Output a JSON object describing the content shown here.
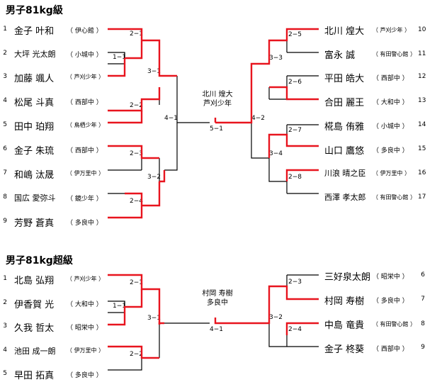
{
  "colors": {
    "line": "#000000",
    "winner_line": "#e8141e"
  },
  "brackets": [
    {
      "title": "男子81kg級",
      "players": [
        {
          "seed": "1",
          "name": "金子 叶和",
          "school": "（ 伊心館 ）"
        },
        {
          "seed": "2",
          "name": "大坪 光太朗",
          "school": "（ 小城中 ）"
        },
        {
          "seed": "3",
          "name": "加藤 颯人",
          "school": "（ 芦刈少年 ）"
        },
        {
          "seed": "4",
          "name": "松尾 斗真",
          "school": "（ 西部中 ）"
        },
        {
          "seed": "5",
          "name": "田中 珀翔",
          "school": "（ 鳥栖少年 ）"
        },
        {
          "seed": "6",
          "name": "金子 朱琉",
          "school": "（ 西部中 ）"
        },
        {
          "seed": "7",
          "name": "和嶋 汰晟",
          "school": "（ 伊万里中 ）"
        },
        {
          "seed": "8",
          "name": "国広 愛弥斗",
          "school": "（ 鏡少年 ）"
        },
        {
          "seed": "9",
          "name": "芳野 蒼真",
          "school": "（ 多良中 ）"
        },
        {
          "seed": "10",
          "name": "北川 煌大",
          "school": "（ 芦刈少年 ）"
        },
        {
          "seed": "11",
          "name": "富永 誠",
          "school": "（ 有田警心館 ）"
        },
        {
          "seed": "12",
          "name": "平田 皓大",
          "school": "（ 西部中 ）"
        },
        {
          "seed": "13",
          "name": "合田 麗王",
          "school": "（ 大和中 ）"
        },
        {
          "seed": "14",
          "name": "椛島 侑雅",
          "school": "（ 小城中 ）"
        },
        {
          "seed": "15",
          "name": "山口 鷹悠",
          "school": "（ 多良中 ）"
        },
        {
          "seed": "16",
          "name": "川浪 晴之臣",
          "school": "（ 伊万里中 ）"
        },
        {
          "seed": "17",
          "name": "西澤 孝太郎",
          "school": "（ 有田警心館 ）"
        }
      ],
      "scores": [
        "2−1",
        "1−1",
        "3−1",
        "2−2",
        "4−1",
        "2−3",
        "3−2",
        "2−4",
        "2−5",
        "3−3",
        "2−6",
        "4−2",
        "2−7",
        "3−4",
        "2−8",
        "5−1"
      ],
      "winner": {
        "name": "北川 煌大",
        "school": "芦刈少年"
      }
    },
    {
      "title": "男子81kg超級",
      "players": [
        {
          "seed": "1",
          "name": "北島 弘翔",
          "school": "（ 芦刈少年 ）"
        },
        {
          "seed": "2",
          "name": "伊香賀 光",
          "school": "（ 大和中 ）"
        },
        {
          "seed": "3",
          "name": "久我 哲太",
          "school": "（ 昭栄中 ）"
        },
        {
          "seed": "4",
          "name": "池田 成一朗",
          "school": "（ 伊万里中 ）"
        },
        {
          "seed": "5",
          "name": "早田 拓真",
          "school": "（ 多良中 ）"
        },
        {
          "seed": "6",
          "name": "三好泉太朗",
          "school": "（ 昭栄中 ）"
        },
        {
          "seed": "7",
          "name": "村岡 寿樹",
          "school": "（ 多良中 ）"
        },
        {
          "seed": "8",
          "name": "中島 竜貴",
          "school": "（ 有田警心館 ）"
        },
        {
          "seed": "9",
          "name": "金子 柊葵",
          "school": "（ 西部中 ）"
        }
      ],
      "scores": [
        "2−1",
        "1−1",
        "3−1",
        "2−2",
        "2−3",
        "3−2",
        "2−4",
        "4−1"
      ],
      "winner": {
        "name": "村岡 寿樹",
        "school": "多良中"
      }
    }
  ]
}
